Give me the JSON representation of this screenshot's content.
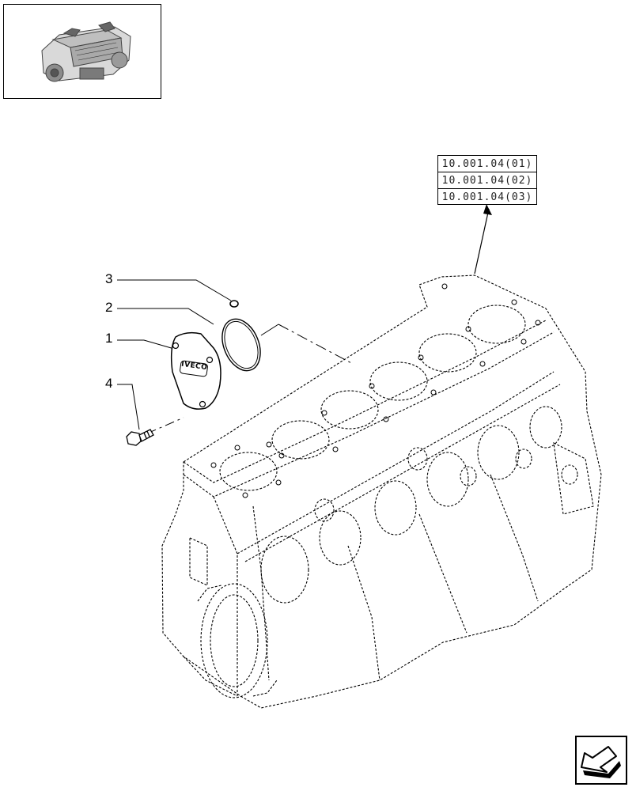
{
  "references": [
    "10.001.04(01)",
    "10.001.04(02)",
    "10.001.04(03)"
  ],
  "callouts": [
    "1",
    "2",
    "3",
    "4"
  ],
  "cover_logo": "IVECO",
  "icons": {
    "thumbnail": "engine-thumbnail-icon",
    "navigation": "next-page-arrow-icon"
  }
}
